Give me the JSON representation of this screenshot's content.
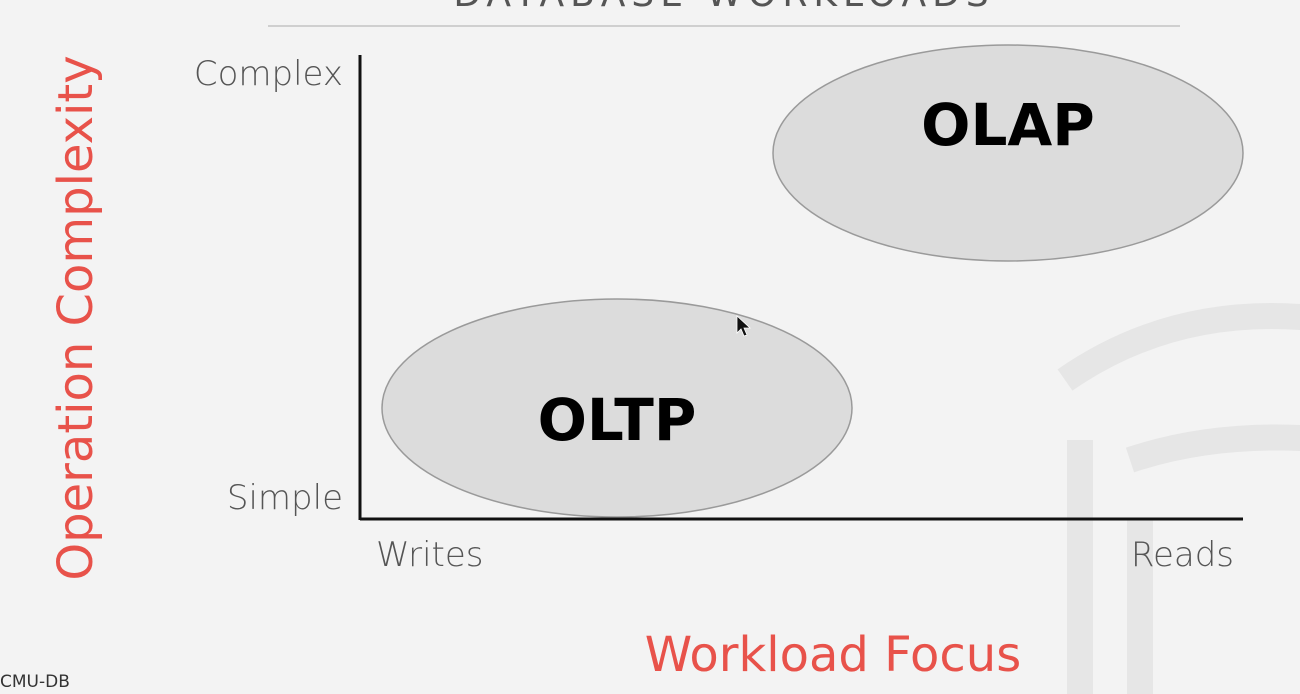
{
  "slide": {
    "title": "DATABASE WORKLOADS",
    "footer_logo": "CMU-DB"
  },
  "colors": {
    "background": "#f3f3f3",
    "axis_title": "#e8524a",
    "tick_text": "#555555",
    "region_fill": "#dcdcdc",
    "region_stroke": "#9a9a9a",
    "axis_line": "#111111"
  },
  "diagram": {
    "y_axis": {
      "title": "Operation Complexity",
      "high_label": "Complex",
      "low_label": "Simple"
    },
    "x_axis": {
      "title": "Workload Focus",
      "low_label": "Writes",
      "high_label": "Reads"
    },
    "regions": {
      "olap": "OLAP",
      "oltp": "OLTP"
    }
  }
}
